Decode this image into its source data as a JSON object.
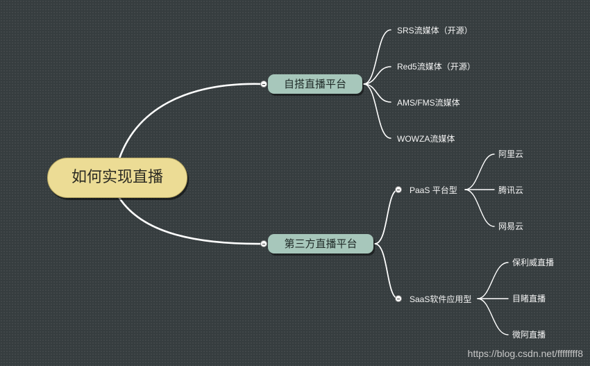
{
  "mindmap": {
    "root": "如何实现直播",
    "branches": [
      {
        "label": "自搭直播平台",
        "children": [
          "SRS流媒体（开源）",
          "Red5流媒体（开源）",
          "AMS/FMS流媒体",
          "WOWZA流媒体"
        ]
      },
      {
        "label": "第三方直播平台",
        "children": [
          {
            "label": "PaaS 平台型",
            "children": [
              "阿里云",
              "腾讯云",
              "网易云"
            ]
          },
          {
            "label": "SaaS软件应用型",
            "children": [
              "保利威直播",
              "目睹直播",
              "微阿直播"
            ]
          }
        ]
      }
    ]
  },
  "colors": {
    "background": "#363d3f",
    "root_fill": "#ecdc95",
    "branch_fill": "#a7c7bb",
    "connector": "#ffffff",
    "leaf_text": "#f4f4f4"
  },
  "watermark": "https://blog.csdn.net/ffffffff8"
}
